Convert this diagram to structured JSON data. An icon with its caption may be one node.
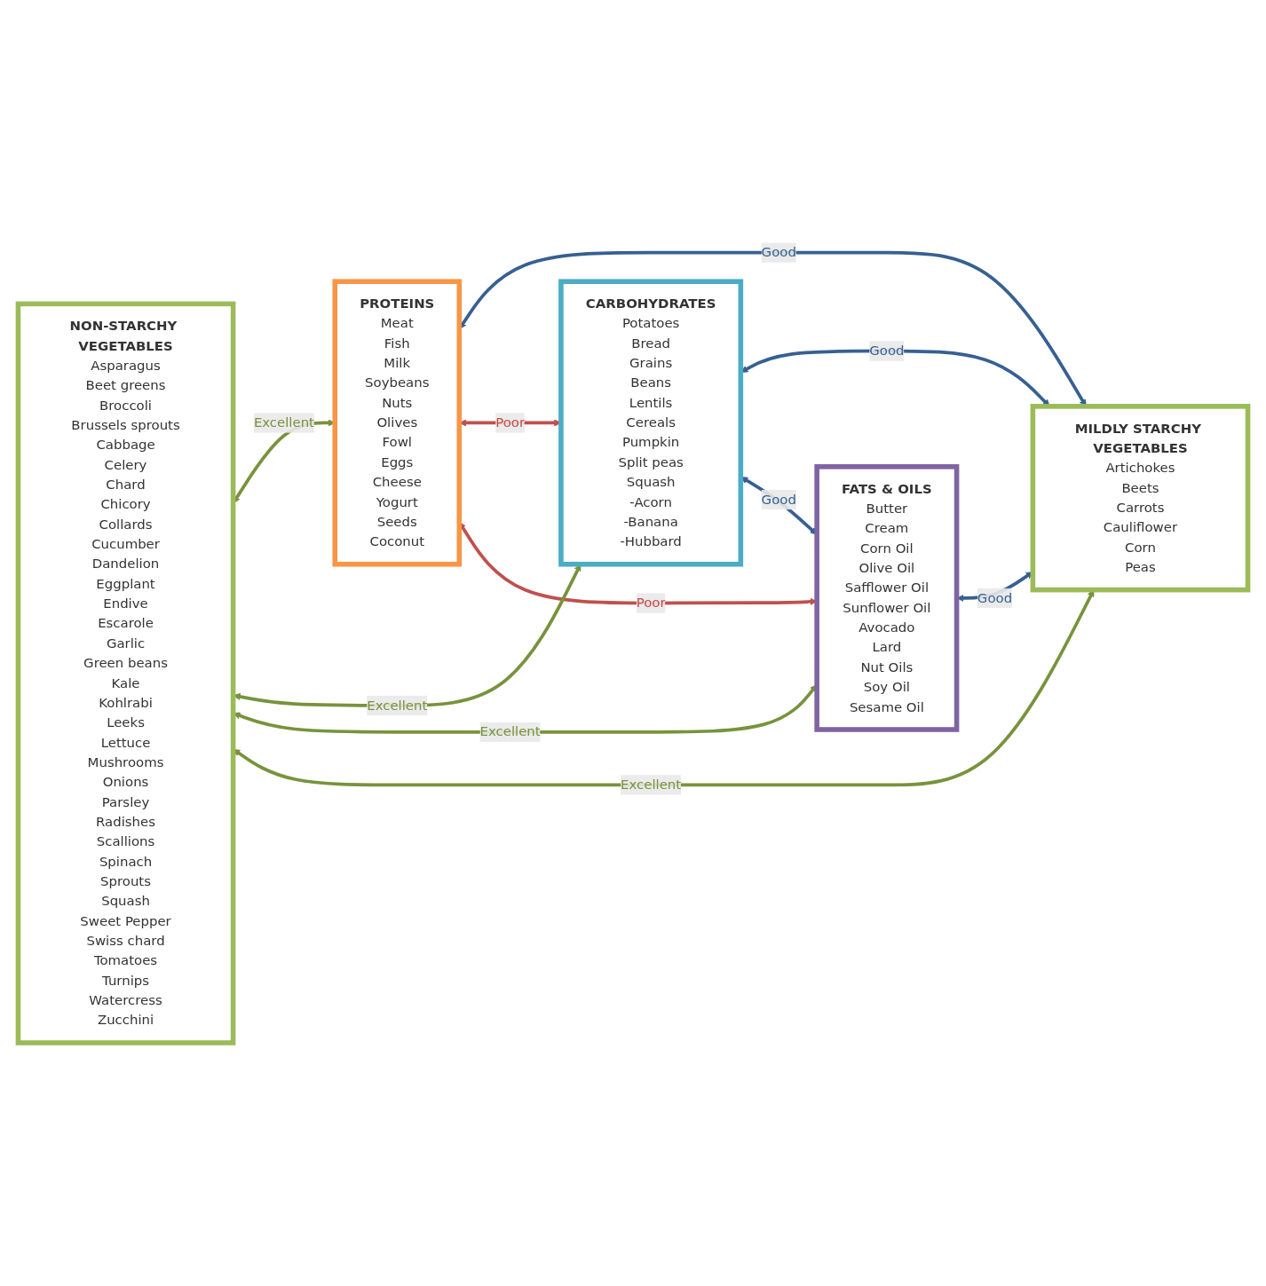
{
  "diagram": {
    "nodes": [
      {
        "text": [
          "NON-STARCHY VEGETABLES",
          "Asparagus",
          "Beet greens",
          "Broccoli",
          "Brussels sprouts",
          "Cabbage",
          "Celery",
          "Chard",
          "Chicory",
          "Collards",
          "Cucumber",
          "Dandelion",
          "Eggplant",
          "Endive",
          "Escarole",
          "Garlic",
          "Green beans",
          "Kale",
          "Kohlrabi",
          "Leeks",
          "Lettuce",
          "Mushrooms",
          "Onions",
          "Parsley",
          "Radishes",
          "Scallions",
          "Spinach",
          "Sprouts",
          "Squash",
          "Sweet Pepper",
          "Swiss chard",
          "Tomatoes",
          "Turnips",
          "Watercress",
          "Zucchini"
        ]
      },
      {
        "text": [
          "PROTEINS",
          "Meat",
          "Fish",
          "Milk",
          "Soybeans",
          "Nuts",
          "Olives",
          "Fowl",
          "Eggs",
          "Cheese",
          "Yogurt",
          "Seeds",
          "Coconut"
        ]
      },
      {
        "text": [
          "CARBOHYDRATES",
          "Potatoes",
          "Bread",
          "Grains",
          "Beans",
          "Lentils",
          "Cereals",
          "Pumpkin",
          "Split peas",
          "Squash",
          "-Acorn",
          "-Banana",
          "-Hubbard"
        ]
      },
      {
        "text": [
          "FATS & OILS",
          "Butter",
          "Cream",
          "Corn Oil",
          "Olive Oil",
          "Safflower Oil",
          "Sunflower Oil",
          "Avocado",
          "Lard",
          "Nut Oils",
          "Soy Oil",
          "Sesame Oil"
        ]
      },
      {
        "text": [
          "MILDLY STARCHY VEGETABLES",
          "Artichokes",
          "Beets",
          "Carrots",
          "Cauliflower",
          "Corn",
          "Peas"
        ]
      }
    ],
    "edges": [
      {
        "from": 0,
        "to": 1,
        "arrow": "both",
        "label": "Excellent",
        "color": "#77933c"
      },
      {
        "from": 1,
        "to": 4,
        "arrow": "both",
        "label": "Good",
        "color": "#376092"
      },
      {
        "from": 1,
        "to": 2,
        "arrow": "both",
        "label": "Poor",
        "color": "#c0504d"
      },
      {
        "from": 1,
        "to": 3,
        "arrow": "both",
        "label": "Poor",
        "color": "#c0504d"
      },
      {
        "from": 0,
        "to": 2,
        "arrow": "both",
        "label": "Excellent",
        "color": "#77933c"
      },
      {
        "from": 2,
        "to": 4,
        "arrow": "both",
        "label": "Good",
        "color": "#376092"
      },
      {
        "from": 2,
        "to": 3,
        "arrow": "both",
        "label": "Good",
        "color": "#376092"
      },
      {
        "from": 0,
        "to": 3,
        "arrow": "both",
        "label": "Excellent",
        "color": "#77933c"
      },
      {
        "from": 3,
        "to": 4,
        "arrow": "both",
        "label": "Good",
        "color": "#376092"
      },
      {
        "from": 0,
        "to": 4,
        "arrow": "both",
        "label": "Excellent",
        "color": "#77933c"
      }
    ]
  }
}
